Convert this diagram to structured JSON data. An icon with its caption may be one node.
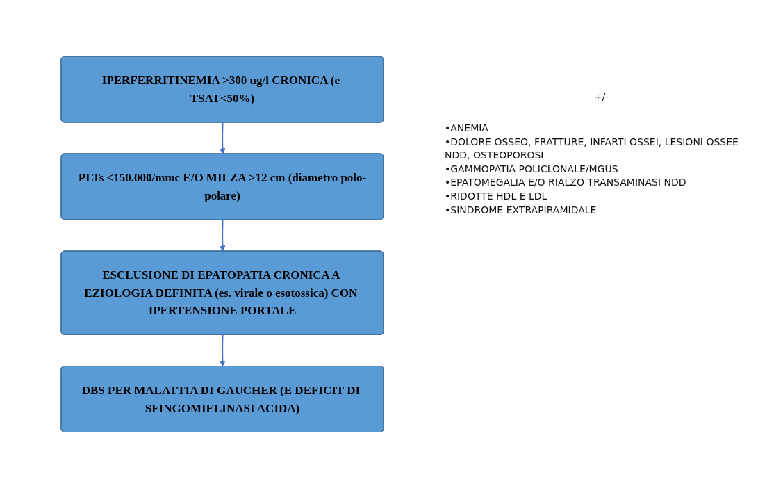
{
  "diagram": {
    "nodes": [
      {
        "text": [
          "IPERFERRITINEMIA >300 ug/l CRONICA (e TSAT<50%)"
        ]
      },
      {
        "text": [
          "PLTs <150.000/mmc E/O MILZA >12 cm (diametro polo-polare)"
        ]
      },
      {
        "text": [
          "ESCLUSIONE DI EPATOPATIA CRONICA A EZIOLOGIA DEFINITA (es. virale o esotossica) CON IPERTENSIONE PORTALE"
        ]
      },
      {
        "text": [
          "DBS PER MALATTIA DI GAUCHER (E DEFICIT DI SFINGOMIELINASI ACIDA)"
        ]
      }
    ],
    "edges": [
      {
        "from": 0,
        "to": 1,
        "arrow": "to"
      },
      {
        "from": 1,
        "to": 2,
        "arrow": "to"
      },
      {
        "from": 2,
        "to": 3,
        "arrow": "to"
      }
    ],
    "labels": [
      "+/-",
      "•ANEMIA",
      "•DOLORE OSSEO, FRATTURE, INFARTI OSSEI, LESIONI OSSEE NDD, OSTEOPOROSI",
      "•GAMMOPATIA POLICLONALE/MGUS",
      "•EPATOMEGALIA E/O RIALZO TRANSAMINASI NDD",
      "•RIDOTTE HDL E LDL",
      "•SINDROME EXTRAPIRAMIDALE"
    ]
  }
}
